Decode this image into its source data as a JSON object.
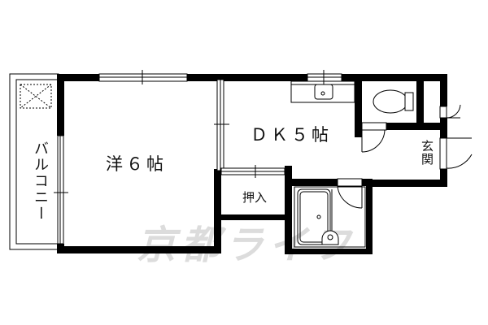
{
  "floor_plan": {
    "rooms": {
      "western_room": {
        "label": "洋６帖"
      },
      "dining_kitchen": {
        "label": "ＤＫ５帖"
      },
      "balcony": {
        "label": "バルコニー"
      },
      "closet": {
        "label": "押入"
      },
      "entrance": {
        "label": "玄関"
      },
      "toilet": {
        "label": ""
      },
      "bathroom": {
        "label": ""
      }
    },
    "watermark": "京都ライフ",
    "colors": {
      "wall": "#000000",
      "line": "#000000",
      "background": "#ffffff",
      "watermark": "#dcdcdc"
    }
  }
}
